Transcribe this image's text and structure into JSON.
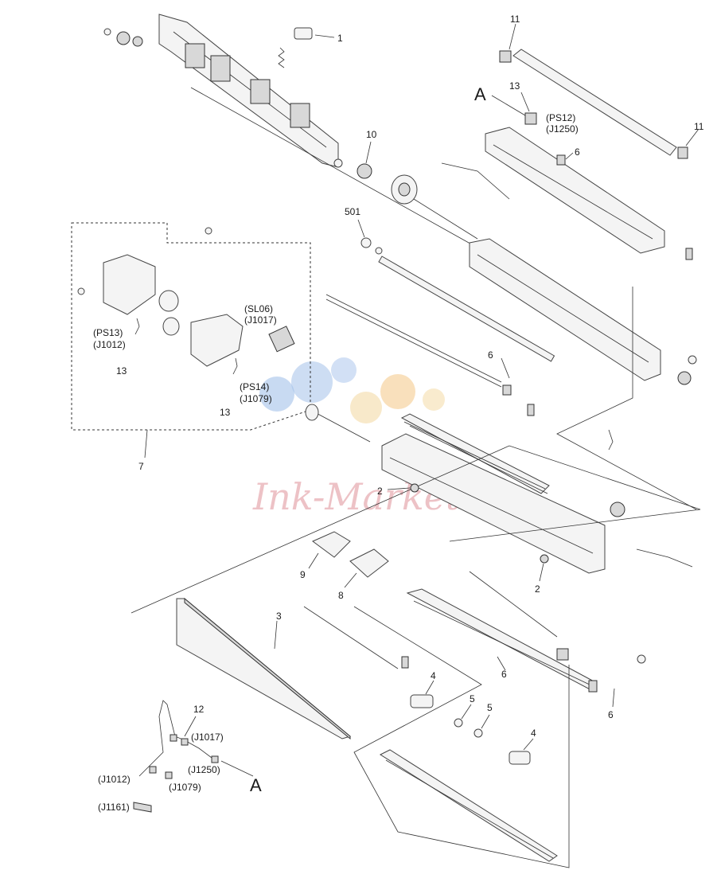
{
  "callouts": {
    "n1": "1",
    "n2a": "2",
    "n2b": "2",
    "n3": "3",
    "n4a": "4",
    "n4b": "4",
    "n5a": "5",
    "n5b": "5",
    "n6a": "6",
    "n6b": "6",
    "n6c": "6",
    "n6d": "6",
    "n7": "7",
    "n8": "8",
    "n9": "9",
    "n10": "10",
    "n11a": "11",
    "n11b": "11",
    "n12": "12",
    "n13a": "13",
    "n13b": "13",
    "n13c": "13",
    "n501": "501"
  },
  "connectors": {
    "ps12": "(PS12)",
    "j1250a": "(J1250)",
    "sl06": "(SL06)",
    "j1017a": "(J1017)",
    "ps13": "(PS13)",
    "j1012a": "(J1012)",
    "ps14": "(PS14)",
    "j1079a": "(J1079)",
    "j1017b": "(J1017)",
    "j1250b": "(J1250)",
    "j1012b": "(J1012)",
    "j1079b": "(J1079)",
    "j1161": "(J1161)"
  },
  "refs": {
    "a_top": "A",
    "a_bottom": "A"
  },
  "watermark": {
    "text": "Ink-Market",
    "colors": [
      "#7fa6e0",
      "#f3c27a",
      "#e9b3b8"
    ]
  }
}
